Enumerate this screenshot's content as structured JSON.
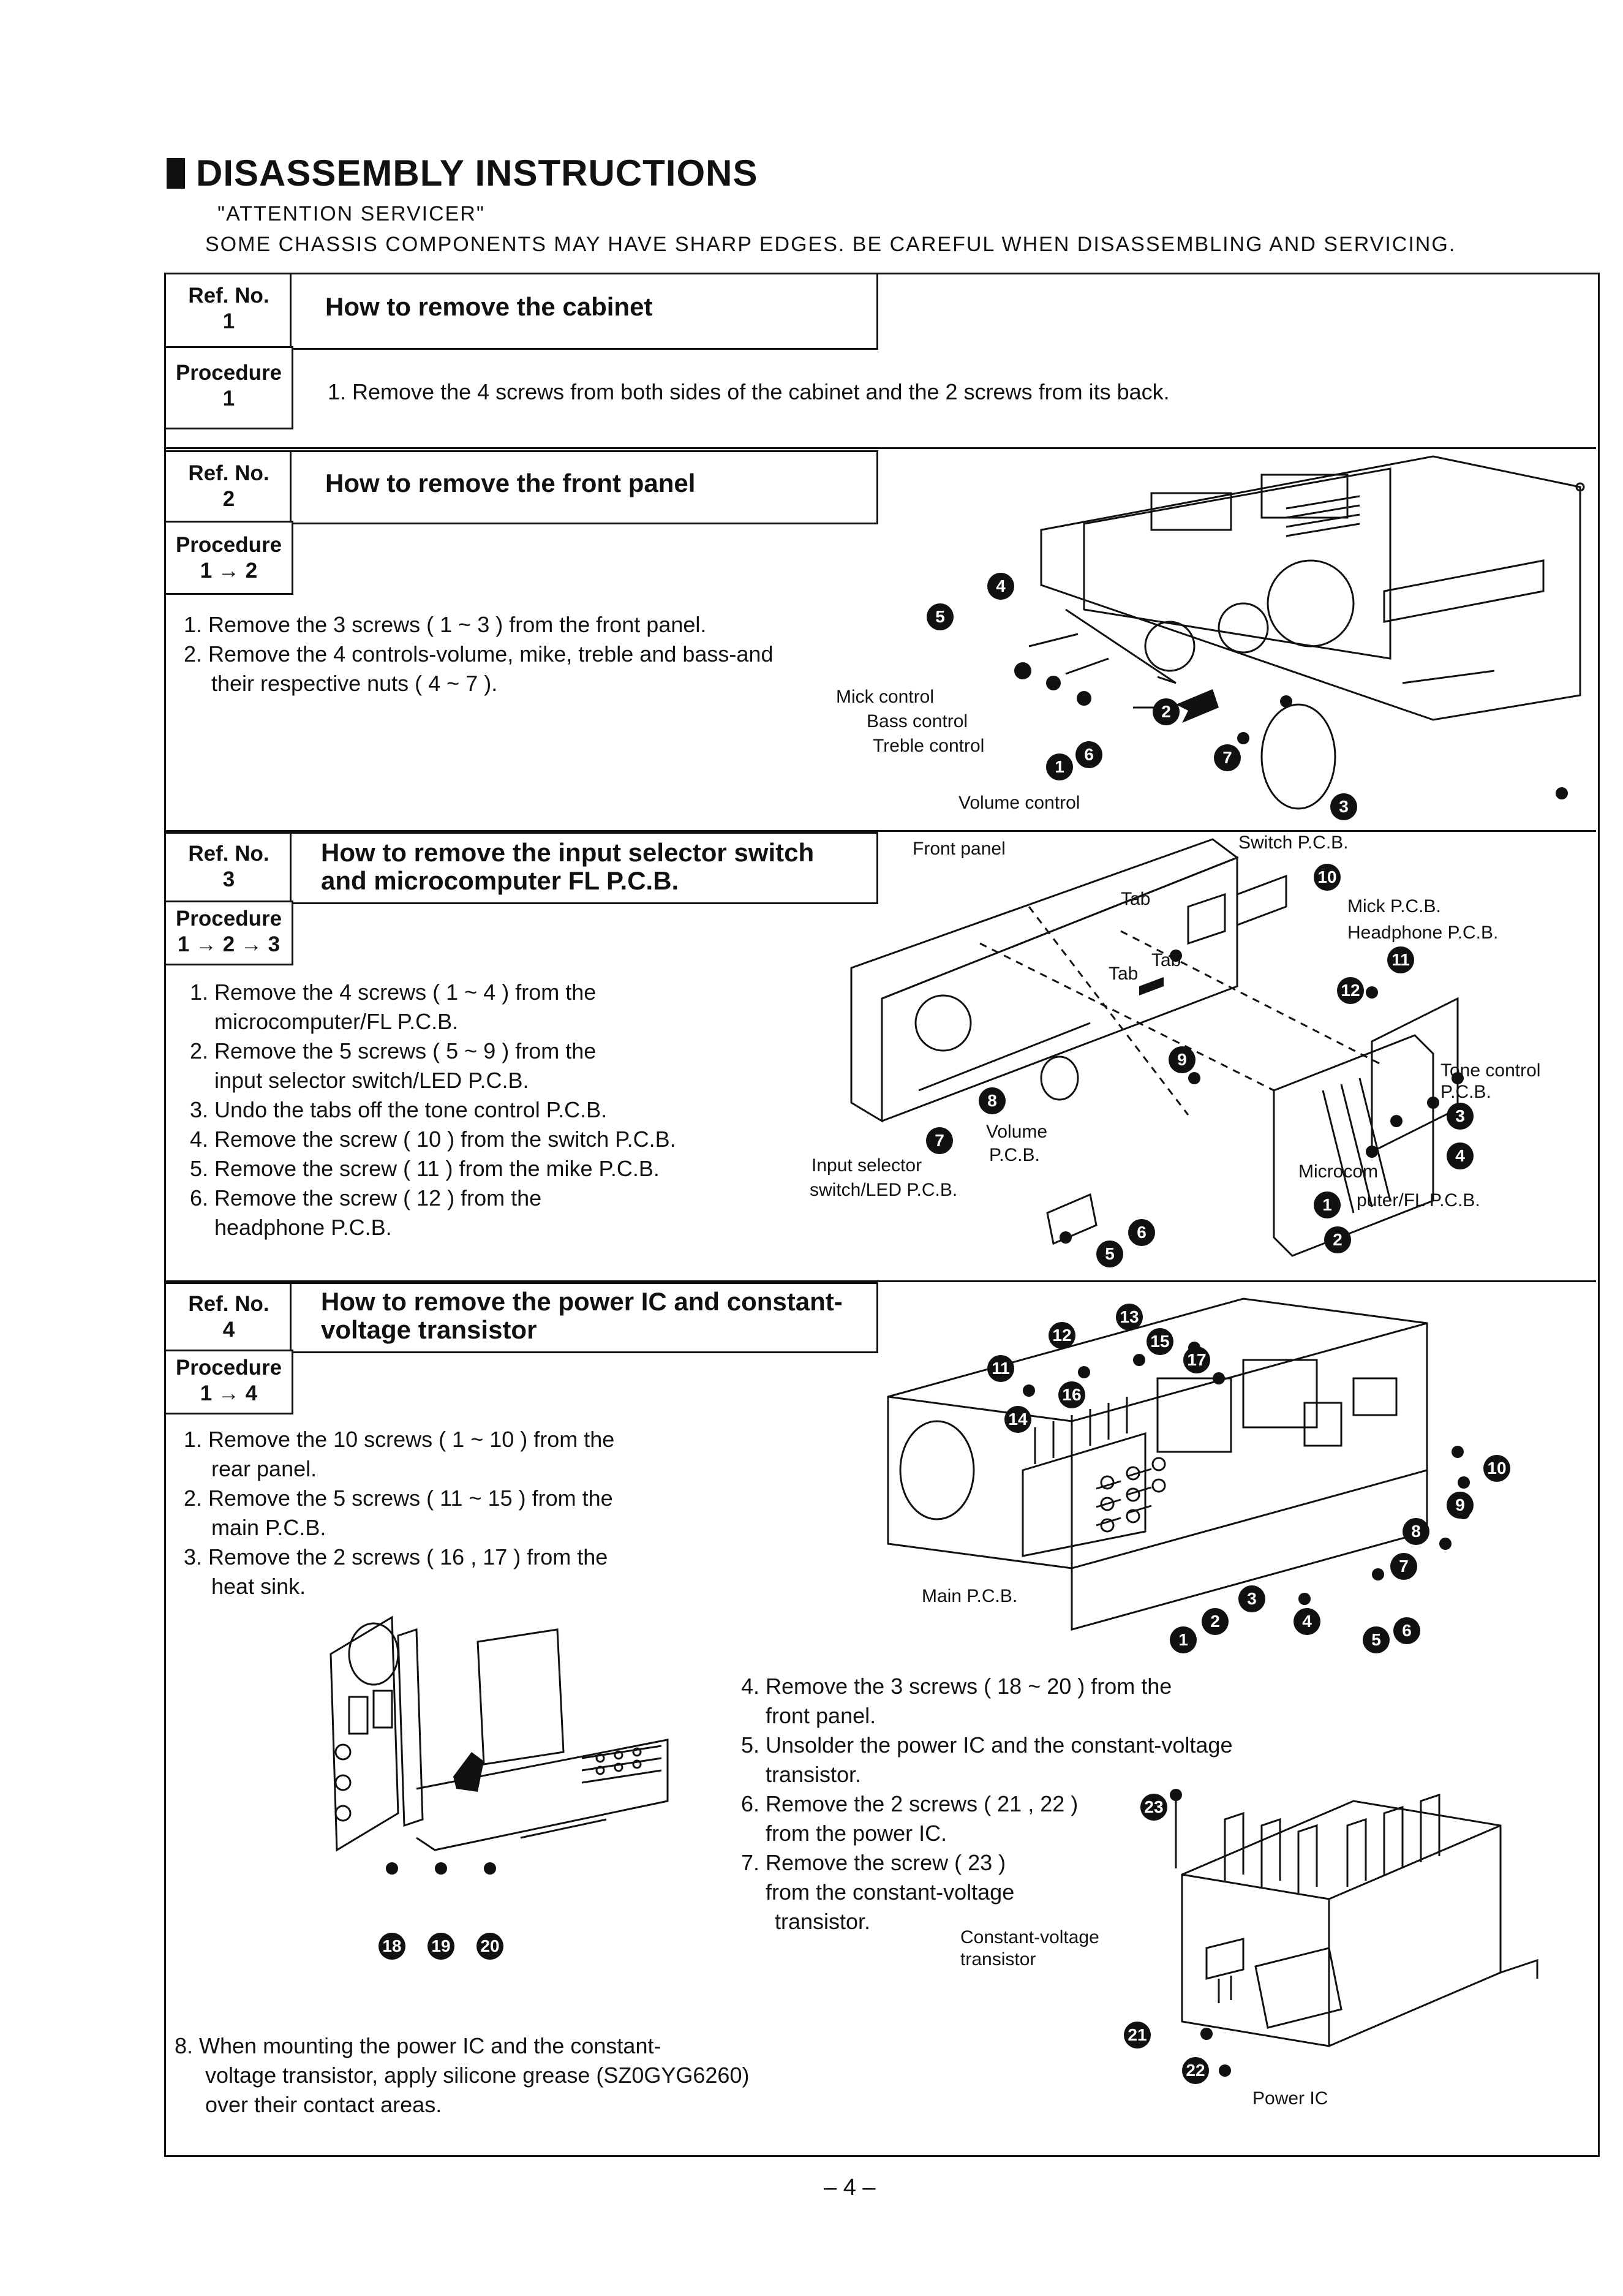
{
  "page": {
    "title": "DISASSEMBLY INSTRUCTIONS",
    "attention_1": "\"ATTENTION SERVICER\"",
    "attention_2": "SOME CHASSIS COMPONENTS MAY HAVE SHARP EDGES. BE CAREFUL WHEN DISASSEMBLING AND SERVICING.",
    "page_number": "– 4 –"
  },
  "labels": {
    "ref": "Ref. No.",
    "procedure": "Procedure"
  },
  "sections": [
    {
      "ref_no": "1",
      "heading": "How to remove the cabinet",
      "procedure": "1",
      "steps": [
        "1. Remove the 4 screws from both sides of the cabinet and the 2 screws from its back."
      ]
    },
    {
      "ref_no": "2",
      "heading": "How to remove the front panel",
      "procedure": "1 → 2",
      "steps": [
        "1. Remove the 3 screws ( 1 ~ 3 ) from the front panel.",
        "2. Remove the 4 controls-volume, mike, treble and bass-and",
        "their respective nuts ( 4 ~ 7 )."
      ],
      "figure_labels": [
        "Mick control",
        "Bass control",
        "Treble control",
        "Volume control"
      ]
    },
    {
      "ref_no": "3",
      "heading_1": "How to remove the input selector switch",
      "heading_2": "and microcomputer FL P.C.B.",
      "procedure": "1 → 2 → 3",
      "steps": [
        "1. Remove the 4 screws ( 1 ~ 4 ) from the",
        "microcomputer/FL P.C.B.",
        "2. Remove the 5 screws ( 5 ~ 9 ) from the",
        "input selector switch/LED P.C.B.",
        "3. Undo the tabs off the tone control P.C.B.",
        "4. Remove the screw ( 10 ) from the switch P.C.B.",
        "5. Remove the screw ( 11 ) from the mike P.C.B.",
        "6. Remove the screw ( 12 ) from the",
        "headphone P.C.B."
      ],
      "figure_labels": [
        "Front panel",
        "Switch P.C.B.",
        "Mick P.C.B.",
        "Headphone P.C.B.",
        "Tab",
        "Tab",
        "Tab",
        "Tone control",
        "P.C.B.",
        "Volume",
        "P.C.B.",
        "Microcom",
        "puter/FL P.C.B.",
        "Input selector",
        "switch/LED P.C.B."
      ]
    },
    {
      "ref_no": "4",
      "heading_1": "How to remove the power IC and constant-",
      "heading_2": "voltage transistor",
      "procedure": "1 → 4",
      "steps": [
        "1. Remove the 10 screws ( 1 ~ 10 ) from the",
        "rear panel.",
        "2. Remove the 5 screws ( 11 ~ 15 ) from the",
        "main P.C.B.",
        "3. Remove the 2 screws ( 16 , 17 ) from the",
        "heat sink."
      ],
      "steps_b": [
        "4. Remove the 3 screws ( 18 ~ 20 ) from the",
        "front panel.",
        "5. Unsolder the power IC and the constant-voltage",
        "transistor.",
        "6. Remove the 2 screws ( 21 , 22 )",
        "from the power IC.",
        "7. Remove the screw ( 23 )",
        "from the constant-voltage",
        "transistor."
      ],
      "step_8": [
        "8. When mounting the power IC and the constant-",
        "voltage transistor, apply silicone grease (SZ0GYG6260)",
        "over their contact areas."
      ],
      "figure_labels": [
        "Main P.C.B.",
        "Constant-voltage",
        "transistor",
        "Power IC"
      ]
    }
  ]
}
